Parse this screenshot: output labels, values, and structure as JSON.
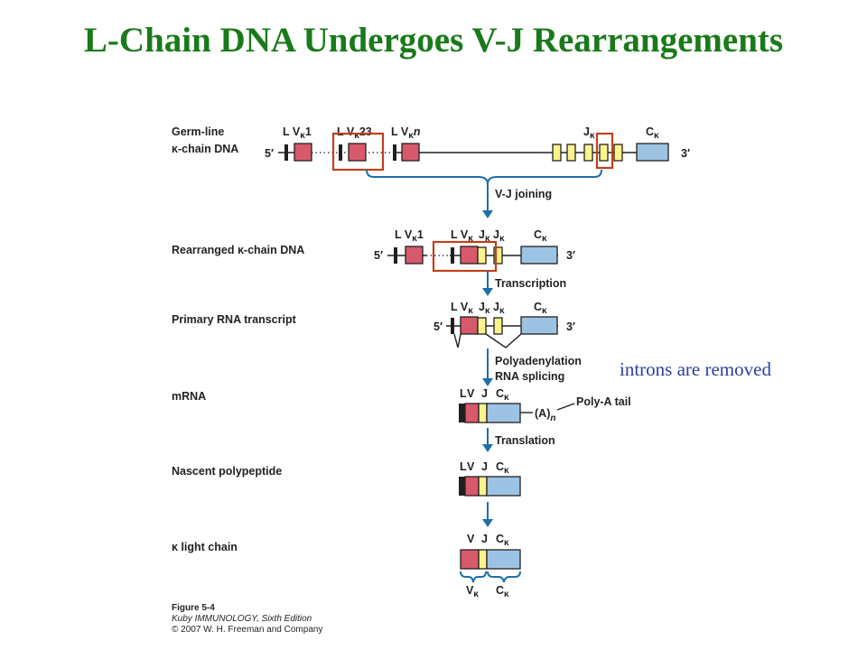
{
  "title": "L-Chain DNA Undergoes V-J Rearrangements",
  "annotation": "introns are removed",
  "stages": {
    "germline": [
      "Germ-line",
      "κ-chain DNA"
    ],
    "rearranged": "Rearranged κ-chain DNA",
    "primary": "Primary RNA transcript",
    "mrna": "mRNA",
    "nascent": "Nascent polypeptide",
    "light": "κ light chain"
  },
  "steps": {
    "vj": "V-J joining",
    "transcription": "Transcription",
    "polyadenylation": "Polyadenylation",
    "splicing": "RNA splicing",
    "translation": "Translation"
  },
  "labels": {
    "five_prime": "5′",
    "three_prime": "3′",
    "L": "L",
    "V": "V",
    "J": "J",
    "kappa": "κ",
    "C": "C",
    "one": "1",
    "v23": "23",
    "n": "n",
    "polyA": "(A)",
    "polyA_sub": "n",
    "polyA_tail": "Poly-A tail"
  },
  "caption": {
    "figure": "Figure 5-4",
    "book": "Kuby IMMUNOLOGY, Sixth Edition",
    "copyright": "© 2007 W. H. Freeman and Company"
  },
  "colors": {
    "title": "#1a7a1a",
    "annotation": "#2b3f9c",
    "v_segment": "#d65a6b",
    "j_segment": "#fbf48c",
    "c_segment": "#9cc3e3",
    "arrow": "#1d6fa8",
    "highlight_box": "#c0401b"
  }
}
